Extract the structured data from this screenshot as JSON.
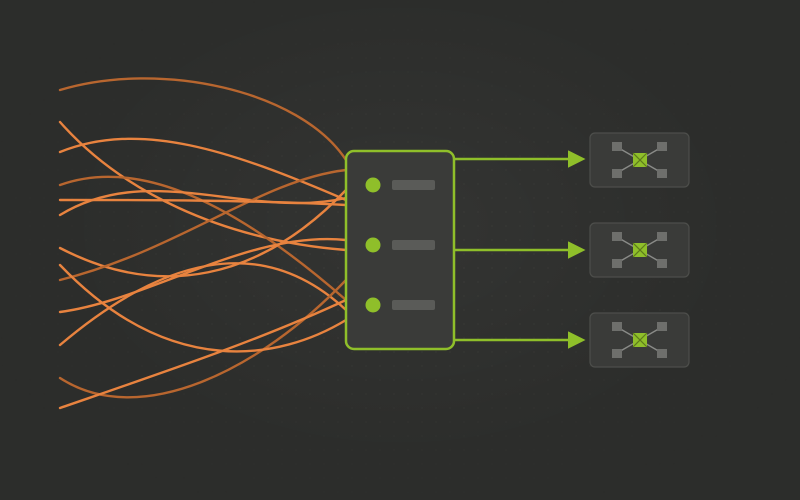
{
  "colors": {
    "background": "#2c2d2b",
    "dot_grid": "#3a3b38",
    "orange_wire": "#e8833f",
    "orange_wire_dim": "#b8662f",
    "accent_green": "#8fbf2a",
    "switch_fill": "#3a3b39",
    "port_bar": "#5a5b58",
    "node_fill": "#3a3b39",
    "node_border": "#4d4e4b",
    "node_square": "#6e6f6c"
  },
  "icons": {
    "hub": "server-rack-icon",
    "nodes": "network-node-icon"
  },
  "diagram": {
    "incoming_wires": 13,
    "hub_ports": 3,
    "outgoing_links": 3,
    "network_nodes": 3
  }
}
